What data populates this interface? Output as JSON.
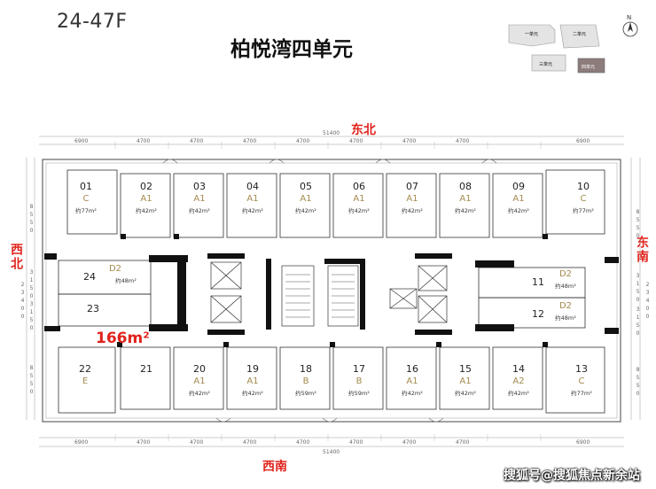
{
  "header": {
    "floor_range": "24-47F",
    "title": "柏悦湾四单元"
  },
  "directions": {
    "top": "东北",
    "bottom": "西南",
    "left": "西北",
    "right": "东南"
  },
  "key_plan": {
    "north": "N",
    "labels": [
      "一单元",
      "二单元",
      "三单元",
      "四单元"
    ]
  },
  "dimensions": {
    "top_total": "51400",
    "top_segments": [
      "6900",
      "4700",
      "4700",
      "4700",
      "4700",
      "4700",
      "4700",
      "4700",
      "6900"
    ],
    "bottom_total": "51400",
    "bottom_segments": [
      "6900",
      "4700",
      "4700",
      "4700",
      "4700",
      "4700",
      "4700",
      "4700",
      "6900"
    ],
    "left_total": "23400",
    "left_segments": [
      "8550",
      "3150",
      "3150",
      "8550"
    ],
    "right_total": "23400",
    "right_segments": [
      "8550",
      "3150",
      "3150",
      "8550"
    ]
  },
  "units_top": [
    {
      "no": "01",
      "type": "C",
      "area": "约77m²"
    },
    {
      "no": "02",
      "type": "A1",
      "area": "约42m²"
    },
    {
      "no": "03",
      "type": "A1",
      "area": "约42m²"
    },
    {
      "no": "04",
      "type": "A1",
      "area": "约42m²"
    },
    {
      "no": "05",
      "type": "A1",
      "area": "约42m²"
    },
    {
      "no": "06",
      "type": "A1",
      "area": "约42m²"
    },
    {
      "no": "07",
      "type": "A1",
      "area": "约42m²"
    },
    {
      "no": "08",
      "type": "A1",
      "area": "约42m²"
    },
    {
      "no": "09",
      "type": "A1",
      "area": "约42m²"
    },
    {
      "no": "10",
      "type": "C",
      "area": "约77m²"
    }
  ],
  "units_left": [
    {
      "no": "24",
      "type": "D2",
      "area": "约48m²"
    },
    {
      "no": "23",
      "type": "",
      "area": ""
    }
  ],
  "units_right": [
    {
      "no": "11",
      "type": "D2",
      "area": "约48m²"
    },
    {
      "no": "12",
      "type": "D2",
      "area": "约48m²"
    }
  ],
  "units_bottom": [
    {
      "no": "22",
      "type": "E",
      "area": ""
    },
    {
      "no": "21",
      "type": "",
      "area": ""
    },
    {
      "no": "20",
      "type": "A1",
      "area": "约42m²"
    },
    {
      "no": "19",
      "type": "A1",
      "area": "约42m²"
    },
    {
      "no": "18",
      "type": "B",
      "area": "约59m²"
    },
    {
      "no": "17",
      "type": "B",
      "area": "约59m²"
    },
    {
      "no": "16",
      "type": "A1",
      "area": "约42m²"
    },
    {
      "no": "15",
      "type": "A1",
      "area": "约42m²"
    },
    {
      "no": "14",
      "type": "A2",
      "area": "约42m²"
    },
    {
      "no": "13",
      "type": "C",
      "area": "约77m²"
    }
  ],
  "highlight_area": "166m²",
  "watermark": "搜狐号@搜狐焦点新余站",
  "colors": {
    "direction": "#e0231c",
    "unit_type": "#a38a4f",
    "wall": "#111111"
  }
}
